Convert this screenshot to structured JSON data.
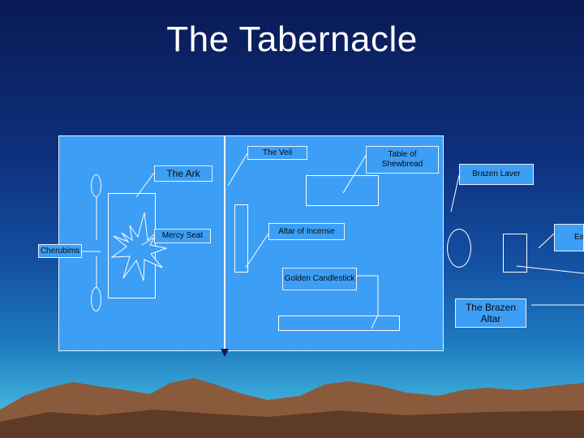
{
  "title": "The Tabernacle",
  "labels": {
    "veil": "The Veil",
    "table": "Table of Shewbread",
    "laver": "Brazen Laver",
    "ark": "The Ark",
    "mercy_seat": "Mercy Seat",
    "incense": "Altar of Incense",
    "cherubims": "Cherubims",
    "candlestick": "Golden Candlestick",
    "brazen_altar": "The Brazen Altar",
    "east_gate": "East Gate"
  },
  "colors": {
    "court": "#3d9ef5",
    "outline": "#e8f2ff",
    "mountains": "#8a5a3c"
  }
}
